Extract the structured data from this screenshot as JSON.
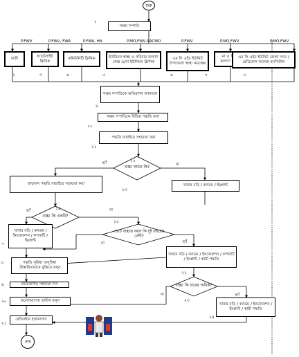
{
  "terminals": {
    "start": "শুরু",
    "end": "শেষ"
  },
  "numbers": {
    "n1": "১",
    "n2": "২",
    "n3": "৩",
    "n4": "৪",
    "n5": "৫",
    "n6": "৬",
    "n7": "৭",
    "n8": "৮",
    "n9": "৯",
    "n10": "১০",
    "n11": "১১",
    "n12": "১২",
    "n13": "১৩",
    "n14": "১৪",
    "n15": "১৫",
    "n16": "১৬",
    "n17": "৭",
    "n18": "৮",
    "n19": "৯",
    "n20": "২০",
    "n21": "২১",
    "n22": "২২",
    "n23": "২৩",
    "n24": "২৪"
  },
  "top_box": "সক্ষম দম্পতি",
  "referral_labels": {
    "r1": "P.FWV",
    "r2": "P.FWV, FWA",
    "r3": "P.FWA, HA",
    "r4": "P.MO,FWV,SACMO",
    "r5": "P.FWV",
    "r6": "P.MO,FWV",
    "r7": "P.MO,FWV"
  },
  "facilities": {
    "f1": "বাড়ী",
    "f2": "স্যাটেলাইট ক্লিনিক",
    "f3": "কমিউনিটি ক্লিনিক",
    "f4": "ইউনিয়ন স্বাস্থ্য ও পরিবার কল্যাণ কেন্দ্র ও/বা ইউনিয়ন ক্লিনিক",
    "f5": "এম সি এইচ ইউনিট উপজেলা স্বাস্থ্য কমপ্লেক্স",
    "f6": "মা ও শিশু কল্যাণ কেন্দ্র",
    "f7": "এম সি এইচ ইউনিট জেলা সদর / মেডিকেল কলেজ হসপিটাল"
  },
  "steps": {
    "welcome": "সক্ষম দম্পতিকে অভিবাদন জানানো",
    "inform": "সক্ষম দম্পতিকে বিভিন্ন পদ্ধতি বলা",
    "help_choose": "পদ্ধতি বাছাইয়ে সহায়তা করা",
    "q_children": "বাচ্চা আছে কি?",
    "method_help": "জন্মদান পদ্ধতি বাছাইয়ে সহায়তা করা",
    "opt_no_child": "খাবার বড়ি / কনডম / ইমপ্লান্ট",
    "q_one_child": "বাচ্চা কি একটি?",
    "q_age_gap": "ছোট বাচ্চার বয়স কি দুই বছরের বেশী?",
    "opt_one_child": "খাবার বড়ি / কনডম / ইনজেকশন / কপারটি / ইমপ্লান্ট",
    "opt_gap": "খাবার বড়ি / কনডম / ইনজেকশন / কপারটি / ইমপ্লান্ট / স্থায়ী পদ্ধতি",
    "pros_cons": "পদ্ধতি সুবিধা অসুবিধা ,বিস্তারিতভাবে বুঝিয়ে বলুন",
    "help_use": "প্রয়োজনীয় সহায়তা দিন",
    "follow_up": "ফলোআপের তারিখ বলুন",
    "register": "রেজিস্টার হালনাগাদ",
    "q_more_two": "বাচ্চা কি চারের অধিক?",
    "opt_more": "খাবার বড়ি / কনডম / ইনজেকশন / ইমপ্লান্ট / স্থায়ী পদ্ধতি"
  },
  "branch_labels": {
    "yes": "হ্যাঁ",
    "no": "না"
  }
}
